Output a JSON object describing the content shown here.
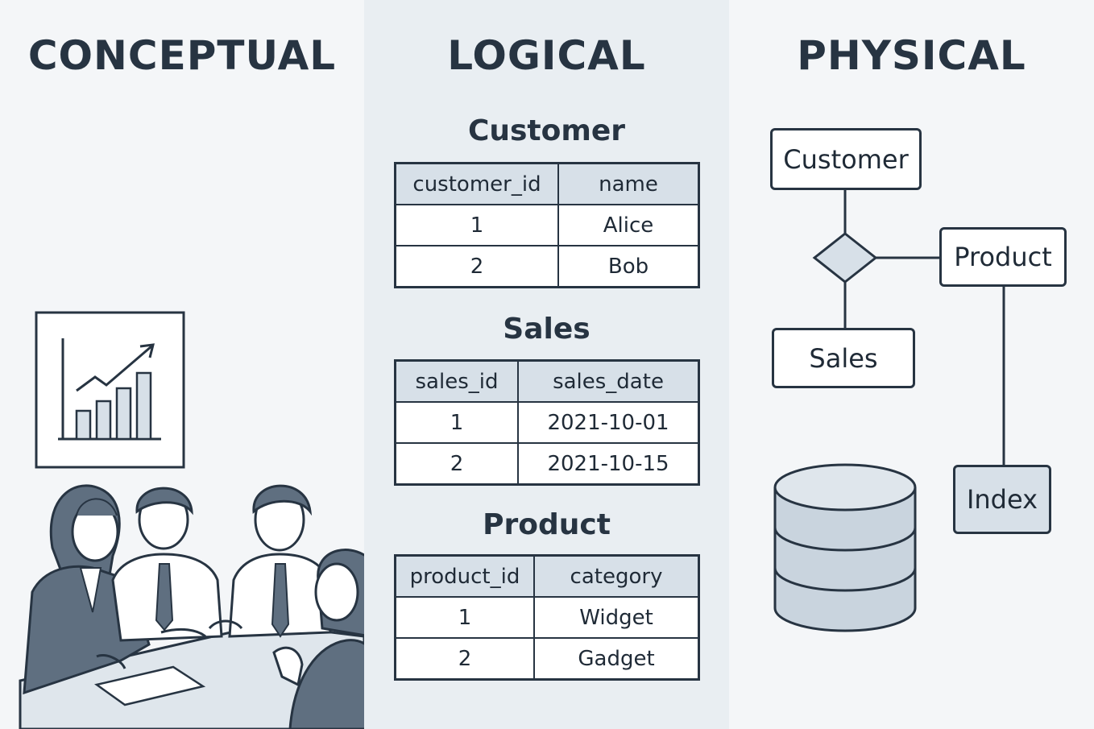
{
  "panels": {
    "conceptual": {
      "title": "CONCEPTUAL",
      "illustration": "business-meeting-with-chart"
    },
    "logical": {
      "title": "LOGICAL",
      "tables": [
        {
          "name": "Customer",
          "columns": [
            "customer_id",
            "name"
          ],
          "rows": [
            [
              "1",
              "Alice"
            ],
            [
              "2",
              "Bob"
            ]
          ]
        },
        {
          "name": "Sales",
          "columns": [
            "sales_id",
            "sales_date"
          ],
          "rows": [
            [
              "1",
              "2021-10-01"
            ],
            [
              "2",
              "2021-10-15"
            ]
          ]
        },
        {
          "name": "Product",
          "columns": [
            "product_id",
            "category"
          ],
          "rows": [
            [
              "1",
              "Widget"
            ],
            [
              "2",
              "Gadget"
            ]
          ]
        }
      ]
    },
    "physical": {
      "title": "PHYSICAL",
      "entities": {
        "customer": "Customer",
        "product": "Product",
        "sales": "Sales",
        "index": "Index"
      },
      "relationship_icon": "diamond-icon",
      "storage_icon": "database-icon"
    }
  },
  "colors": {
    "ink": "#273442",
    "panel_light": "#f4f6f8",
    "panel_mid": "#e9eef2",
    "header_fill": "#d7e0e8",
    "figure_fill": "#5f6f80"
  }
}
